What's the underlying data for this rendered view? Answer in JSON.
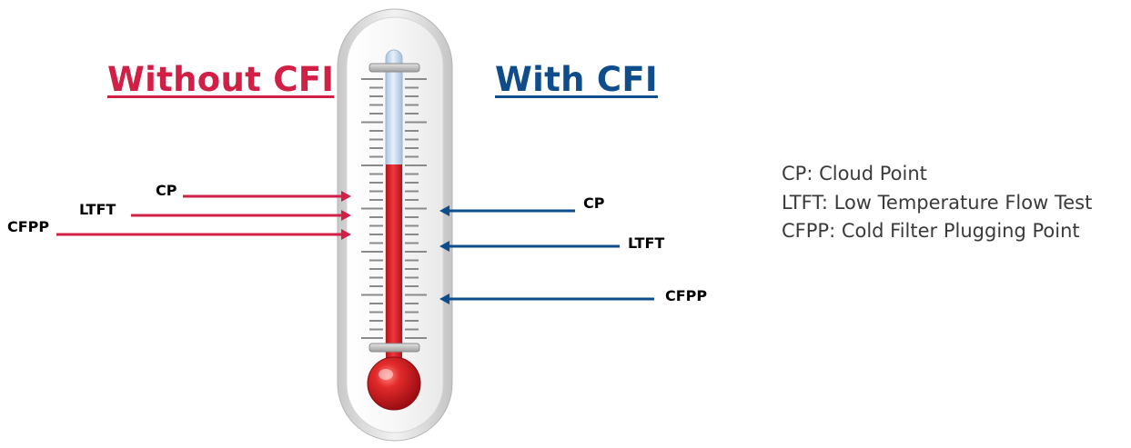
{
  "headings": {
    "without": "Without CFI",
    "with": "With CFI"
  },
  "without_labels": {
    "cp": "CP",
    "ltft": "LTFT",
    "cfpp": "CFPP"
  },
  "with_labels": {
    "cp": "CP",
    "ltft": "LTFT",
    "cfpp": "CFPP"
  },
  "legend": {
    "cp": "CP: Cloud Point",
    "ltft": "LTFT: Low Temperature Flow Test",
    "cfpp": "CFPP: Cold Filter Plugging Point"
  },
  "colors": {
    "without": "#d11f45",
    "with": "#0f4c8c",
    "mercury": "#d8262c",
    "tube_empty": "#c9dcef"
  },
  "icons": {
    "thermometer": "thermometer-icon"
  }
}
